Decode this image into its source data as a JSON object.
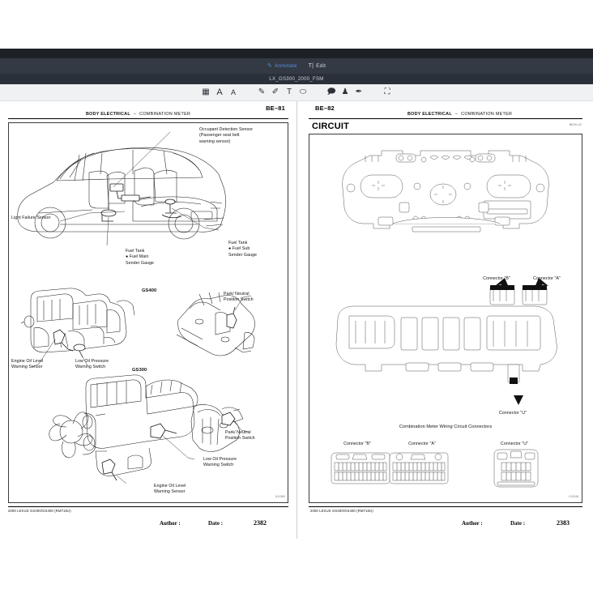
{
  "window": {
    "menu_tabs": [
      {
        "id": "annotate",
        "label": "Annotate",
        "icon": "pen-icon",
        "active": true
      },
      {
        "id": "edit",
        "label": "Edit",
        "icon": "text-cursor-icon",
        "active": false
      }
    ],
    "file_name": "LX_GS300_2000_FSM"
  },
  "toolbar": {
    "tools": [
      {
        "id": "layout",
        "name": "page-layout-icon",
        "glyph": "▦"
      },
      {
        "id": "font-up",
        "name": "font-large-icon",
        "glyph": "A"
      },
      {
        "id": "font-down",
        "name": "font-small-icon",
        "glyph": "A"
      },
      {
        "id": "pencil",
        "name": "pencil-icon",
        "glyph": "✎"
      },
      {
        "id": "highlighter",
        "name": "highlighter-icon",
        "glyph": "✐"
      },
      {
        "id": "text",
        "name": "text-tool-icon",
        "glyph": "T"
      },
      {
        "id": "shape",
        "name": "shape-tool-icon",
        "glyph": "⬭"
      },
      {
        "id": "comment",
        "name": "comment-icon",
        "glyph": "🗩"
      },
      {
        "id": "stamp",
        "name": "stamp-icon",
        "glyph": "♟"
      },
      {
        "id": "sign",
        "name": "signature-icon",
        "glyph": "✒"
      },
      {
        "id": "fullscreen",
        "name": "fullscreen-icon",
        "glyph": "⛶"
      }
    ]
  },
  "left_page": {
    "page_number": "BE–81",
    "header_main": "BODY ELECTRICAL",
    "header_dash": "–",
    "header_sub": "COMBINATION METER",
    "callouts": {
      "occupant_sensor": "Occupant Detection Sensor\n(Passenger seat belt\nwarning sensor)",
      "light_failure": "Light Failure Sensor",
      "fuel_main": "Fuel Tank\n● Fuel Main\nSender Gauge",
      "fuel_sub": "Fuel Tank\n● Fuel Sub\nSender Gauge",
      "gs400": "GS400",
      "gs300": "GS300",
      "park_neutral_1": "Park/ Neutral\nPosition Switch",
      "park_neutral_2": "Park/ Neutral\nPosition Switch",
      "oil_level_1": "Engine Oil Level\nWarning Sensor",
      "oil_level_2": "Engine Oil Level\nWarning Sensor",
      "oil_pressure_1": "Low Oil Pressure\nWarning Switch",
      "oil_pressure_2": "Low Oil Pressure\nWarning Switch"
    },
    "figure_ref": "611360",
    "footer_code": "2000 LEXUS GS300/GS400   (RM718U)",
    "footer_author": "Author :",
    "footer_date": "Date :",
    "footer_page": "2382"
  },
  "right_page": {
    "page_number": "BE–82",
    "header_main": "BODY ELECTRICAL",
    "header_dash": "–",
    "header_sub": "COMBINATION METER",
    "section_title": "CIRCUIT",
    "corner_ref": "BE0H–02",
    "callouts": {
      "connector_b_top": "Connector \"B\"",
      "connector_a_top": "Connector \"A\"",
      "connector_u_mid": "Connector \"U\"",
      "wiring_title": "Combination Meter Wiring Circuit Connectors",
      "connector_b_bot": "Connector \"B\"",
      "connector_a_bot": "Connector \"A\"",
      "connector_u_bot": "Connector \"U\""
    },
    "figure_ref": "IO4248",
    "footer_code": "2000 LEXUS GS300/GS400   (RM718U)",
    "footer_author": "Author :",
    "footer_date": "Date :",
    "footer_page": "2383"
  },
  "colors": {
    "chrome_dark": "#1c2128",
    "chrome_menu": "#333a44",
    "chrome_file": "#2a3039",
    "toolbar_bg": "#f0f1f3",
    "accent": "#5a8fd6",
    "page_bg": "#ffffff"
  }
}
